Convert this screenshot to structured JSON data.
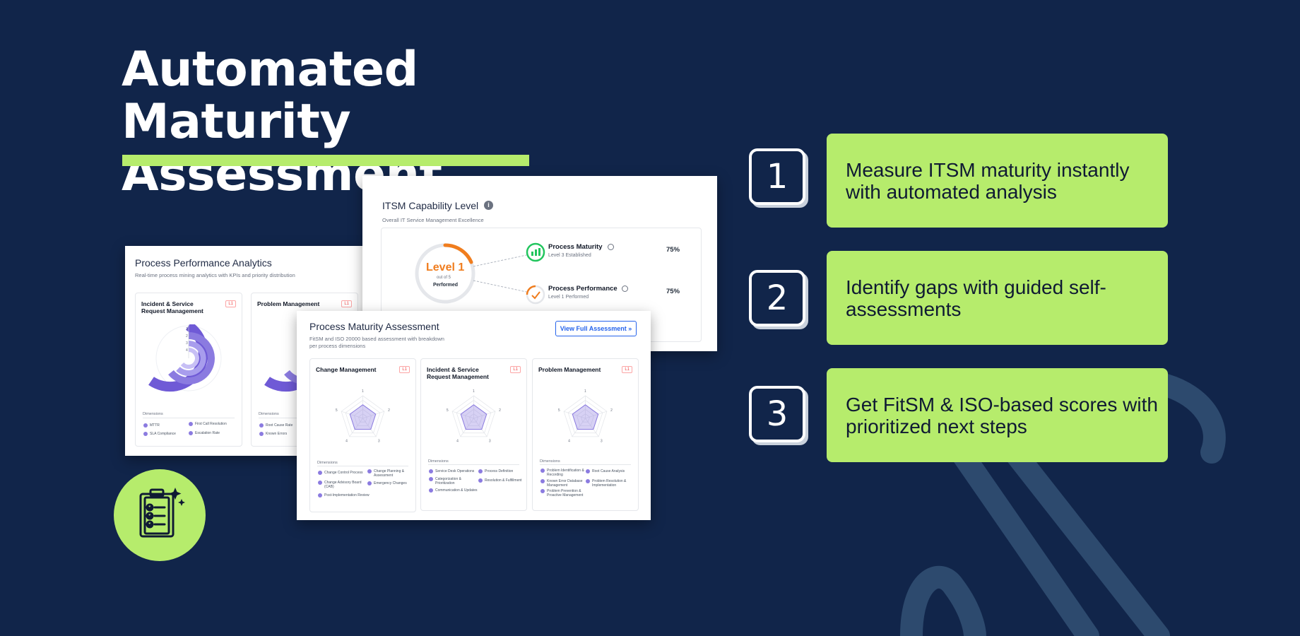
{
  "title": "Automated Maturity Assessment",
  "colors": {
    "background": "#11254a",
    "accent": "#b6ec6c",
    "card": "#ffffff",
    "chart_purple": "#6f5ad6",
    "orange": "#f07d1e"
  },
  "capability": {
    "title": "ITSM Capability Level",
    "subtitle": "Overall IT Service Management Excellence",
    "level": "Level 1",
    "out_of": "out of 5",
    "level_name": "Performed",
    "items": [
      {
        "name": "Process Maturity",
        "sub": "Level 3 Established",
        "value": "75%"
      },
      {
        "name": "Process Performance",
        "sub": "Level 1 Performed",
        "value": "75%"
      }
    ]
  },
  "performance": {
    "title": "Process Performance Analytics",
    "subtitle": "Real-time process mining analytics with KPIs and priority distribution",
    "panels": [
      {
        "title": "Incident & Service Request Management",
        "badge": "L1",
        "dims_label": "Dimensions",
        "rings": [
          "1",
          "2",
          "3",
          "4"
        ],
        "dims": [
          "MTTR",
          "First Call Resolution",
          "SLA Compliance",
          "Escalation Rate"
        ]
      },
      {
        "title": "Problem Management",
        "badge": "L1",
        "dims_label": "Dimensions",
        "dims": [
          "Root Cause Rate",
          "Known Errors"
        ]
      }
    ]
  },
  "maturity": {
    "title": "Process Maturity Assessment",
    "subtitle": "FitSM and ISO 20000 based assessment with breakdown per process dimensions",
    "button": "View Full Assessment",
    "axes": [
      "1",
      "2",
      "3",
      "4",
      "5"
    ],
    "panels": [
      {
        "title": "Change Management",
        "badge": "L1",
        "dims_label": "Dimensions",
        "dims": [
          "Change Control Process",
          "Change Planning & Assessment",
          "Change Advisory Board (CAB)",
          "Emergency Changes",
          "Post-Implementation Review"
        ]
      },
      {
        "title": "Incident & Service Request Management",
        "badge": "L1",
        "dims_label": "Dimensions",
        "dims": [
          "Service Desk Operations",
          "Process Definition",
          "Categorization & Prioritization",
          "Resolution & Fulfillment",
          "Communication & Updates"
        ]
      },
      {
        "title": "Problem Management",
        "badge": "L1",
        "dims_label": "Dimensions",
        "dims": [
          "Problem Identification & Recording",
          "Root Cause Analysis",
          "Known Error Database Management",
          "Problem Resolution & Implementation",
          "Problem Prevention & Proactive Management"
        ]
      }
    ]
  },
  "steps": [
    {
      "number": "1",
      "text": "Measure ITSM maturity instantly with automated analysis"
    },
    {
      "number": "2",
      "text": "Identify gaps with guided self-assessments"
    },
    {
      "number": "3",
      "text": "Get FitSM & ISO-based scores with prioritized next steps"
    }
  ],
  "icon": "clipboard-checklist-icon"
}
